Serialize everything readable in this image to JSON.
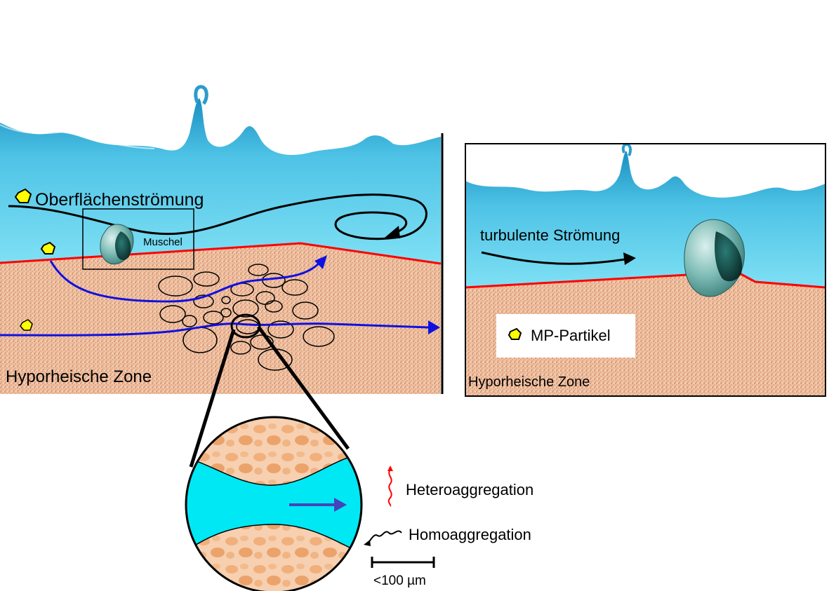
{
  "labels": {
    "surface_flow": "Oberflächenströmung",
    "mussel": "Muschel",
    "hyporheic_left": "Hyporheische Zone",
    "turbulent_flow": "turbulente Strömung",
    "mp_particle": "MP-Partikel",
    "hyporheic_right": "Hyporheische Zone",
    "heteroaggregation": "Heteroaggregation",
    "homoaggregation": "Homoaggregation",
    "scale": "<100 µm"
  },
  "colors": {
    "water_light": "#5fd0ec",
    "water_dark": "#1a8fc0",
    "sediment": "#eec2a4",
    "sediment_speckle": "#c96a3a",
    "interface_line": "#ff0000",
    "hyporheic_flow": "#1010e0",
    "surface_flow": "#000000",
    "mp_particle": "#ffff00",
    "pore_water": "#00e8f4",
    "pore_arrow": "#4444bb",
    "heteroaggregation": "#ff0000",
    "homoaggregation": "#000000",
    "mussel": "#3a8a84"
  },
  "icons": {
    "particle": "pentagon-particle-icon",
    "mussel": "mussel-shell-icon",
    "heteroaggregation": "red-squiggle-icon",
    "homoaggregation": "black-squiggle-icon"
  }
}
